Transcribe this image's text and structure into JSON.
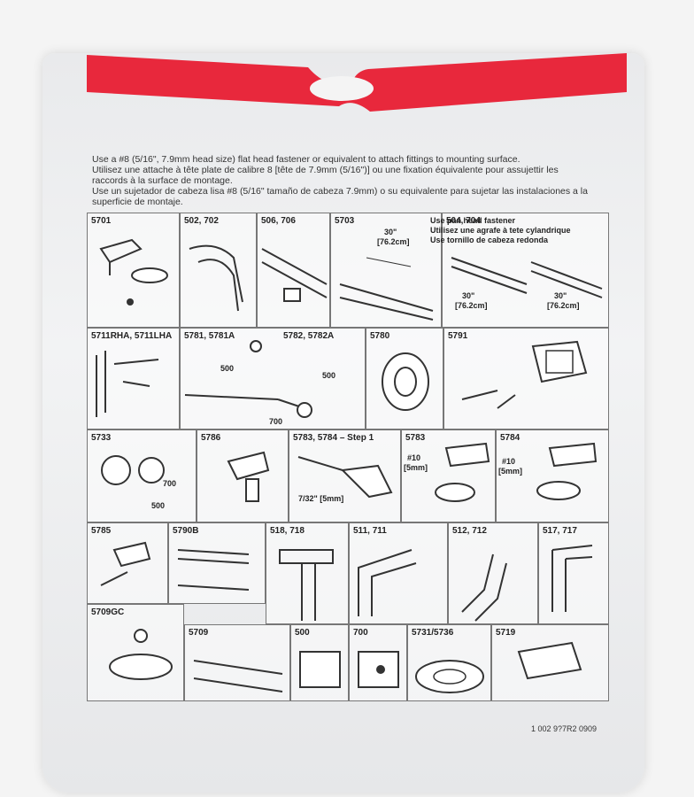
{
  "instructions": {
    "line1": "Use a #8 (5/16\", 7.9mm head size) flat head fastener or equivalent to attach fittings to mounting surface.",
    "line2": "Utilisez une attache à tête plate de calibre 8 [tête de 7.9mm (5/16\")] ou une fixation équivalente pour assujettir les",
    "line3": "raccords à la surface de montage.",
    "line4": "Use un sujetador de cabeza lisa #8 (5/16\" tamaño de cabeza 7.9mm) o su equivalente para sujetar las instalaciones a la",
    "line5": "superficie de montaje."
  },
  "pan_head_note": {
    "en": "Use pan head fastener",
    "fr": "Utilisez une agrafe à tete cylandrique",
    "es": "Use tornillo de cabeza redonda"
  },
  "cells": {
    "c5701": "5701",
    "c502": "502, 702",
    "c506": "506, 706",
    "c5703": "5703",
    "c504": "504, 704",
    "c5711": "5711RHA, 5711LHA",
    "c5781": "5781, 5781A",
    "c5782": "5782, 5782A",
    "c5780": "5780",
    "c5791": "5791",
    "c5733": "5733",
    "c5786": "5786",
    "c5783s": "5783, 5784 – Step 1",
    "c5783": "5783",
    "c5784": "5784",
    "c5785": "5785",
    "c5790b": "5790B",
    "c518": "518, 718",
    "c511": "511, 711",
    "c512": "512, 712",
    "c517": "517, 717",
    "c5709gc": "5709GC",
    "c5709": "5709",
    "c500": "500",
    "c700": "700",
    "c5731": "5731/5736",
    "c5719": "5719"
  },
  "notes": {
    "d30a": "30\"",
    "d762a": "[76.2cm]",
    "d30b": "30\"",
    "d762b": "[76.2cm]",
    "d30c": "30\"",
    "d762c": "[76.2cm]",
    "n500a": "500",
    "n700a": "700",
    "n500b": "500",
    "n700b": "700",
    "n500c": "500",
    "drill": "7/32\" [5mm]",
    "s10a": "#10",
    "s5a": "[5mm]",
    "s10b": "#10",
    "s5b": "[5mm]"
  },
  "part_number": "1 002 9?7R2  0909",
  "colors": {
    "band": "#e8283c",
    "line": "#333333"
  }
}
